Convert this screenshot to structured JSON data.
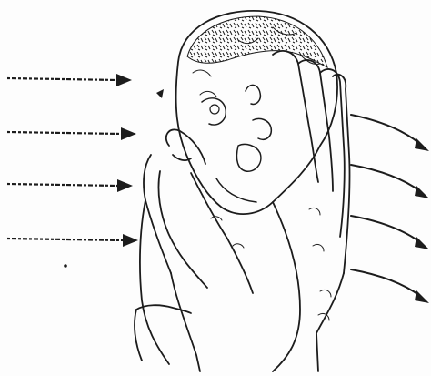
{
  "figure": {
    "content": "line-drawing",
    "colors": {
      "ink": "#1c1c1c",
      "paper": "#fdfdfd"
    },
    "incoming_arrows": {
      "count": 4,
      "style": "dashed",
      "direction": "right"
    },
    "outgoing_arrows": {
      "count": 4,
      "style": "solid-curved",
      "direction": "down-right"
    }
  }
}
